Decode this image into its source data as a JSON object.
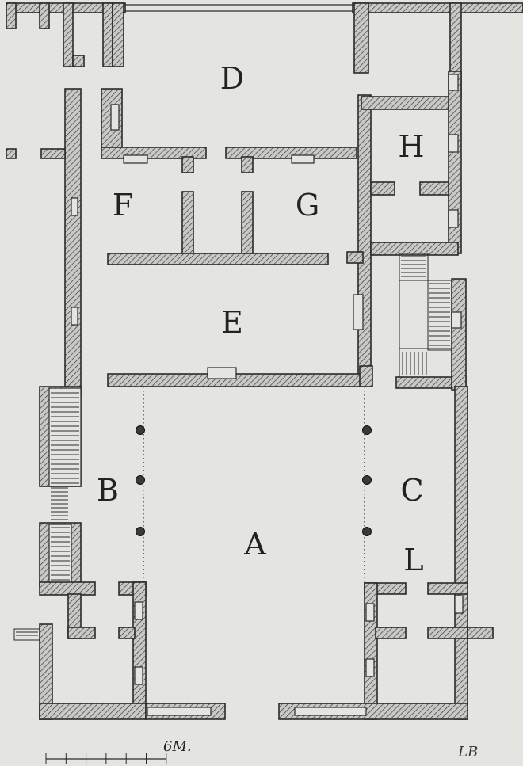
{
  "rooms": {
    "A": "A",
    "B": "B",
    "C": "C",
    "D": "D",
    "E": "E",
    "F": "F",
    "G": "G",
    "H": "H",
    "L": "L"
  },
  "scale_label": "6M.",
  "monogram": "LB",
  "colors": {
    "paper": "#e4e5e1",
    "ink": "#2a2a2a"
  }
}
